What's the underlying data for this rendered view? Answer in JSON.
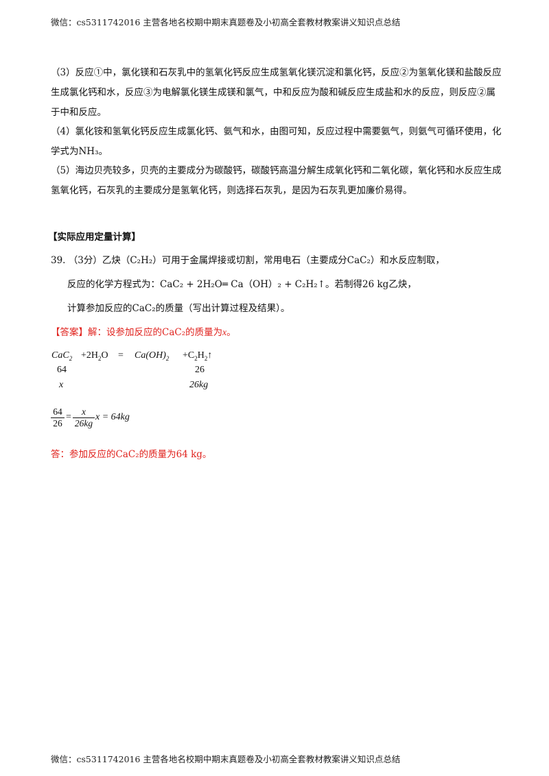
{
  "header": {
    "text": "微信：cs5311742016 主营各地名校期中期末真题卷及小初高全套教材教案讲义知识点总结"
  },
  "footer": {
    "text": "微信：cs5311742016 主营各地名校期中期末真题卷及小初高全套教材教案讲义知识点总结"
  },
  "paragraphs": {
    "p3": "（3）反应①中，氯化镁和石灰乳中的氢氧化钙反应生成氢氧化镁沉淀和氯化钙，反应②为氢氧化镁和盐酸反应生成氯化钙和水，反应③为电解氯化镁生成镁和氯气，中和反应为酸和碱反应生成盐和水的反应，则反应②属于中和反应。",
    "p4": "（4）氯化铵和氢氧化钙反应生成氯化钙、氨气和水，由图可知，反应过程中需要氨气，则氨气可循环使用，化学式为NH₃。",
    "p5": "（5）海边贝壳较多，贝壳的主要成分为碳酸钙，碳酸钙高温分解生成氧化钙和二氧化碳，氧化钙和水反应生成氢氧化钙，石灰乳的主要成分是氢氧化钙，则选择石灰乳，是因为石灰乳更加廉价易得。"
  },
  "section_title": "【实际应用定量计算】",
  "question": {
    "line1": "39.  （3分）乙炔（C₂H₂）可用于金属焊接或切割，常用电石（主要成分CaC₂）和水反应制取，",
    "line2": "反应的化学方程式为：CaC₂ + 2H₂O═ Ca（OH）₂ + C₂H₂↑。若制得26 kg乙炔，",
    "line3": "计算参加反应的CaC₂的质量（写出计算过程及结果）。"
  },
  "answer": {
    "label": "【答案】",
    "intro": "解：设参加反应的CaC₂的质量为",
    "var": "x",
    "intro_end": "。",
    "eq_cac2": "CaC",
    "eq_cac2_sub": "2",
    "eq_h2o": "+2H",
    "eq_h2o_sub": "2",
    "eq_h2o_end": "O",
    "eq_eq": "=",
    "eq_caoh": "Ca(OH)",
    "eq_caoh_sub": "2",
    "eq_c2h2": "+C",
    "eq_c2h2_sub1": "2",
    "eq_c2h2_mid": "H",
    "eq_c2h2_sub2": "2",
    "eq_arrow": "↑",
    "m1": "64",
    "m2": "26",
    "x": "x",
    "kg": "26kg",
    "frac1_num": "64",
    "frac1_den": "26",
    "eqsign": "=",
    "frac2_num": "x",
    "frac2_den": "26kg",
    "result": "x = 64kg",
    "conclusion": "答：参加反应的CaC₂的质量为64 kg。"
  }
}
